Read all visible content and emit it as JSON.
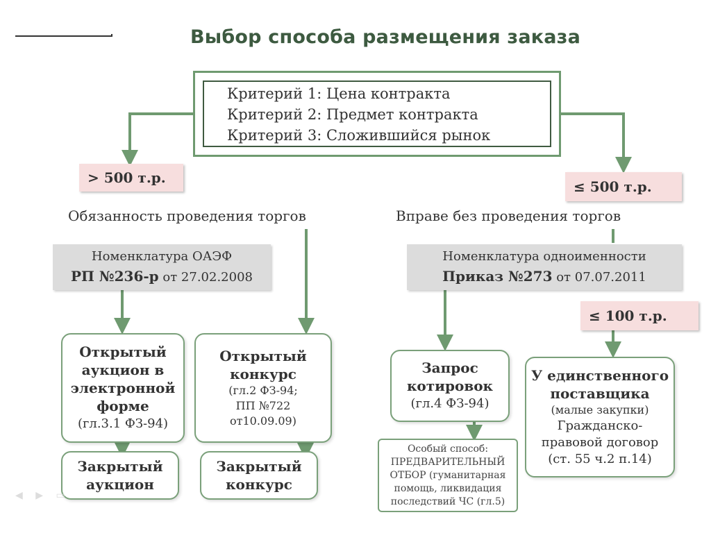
{
  "title": "Выбор способа размещения заказа",
  "criteria": [
    "Критерий 1: Цена контракта",
    "Критерий 2: Предмет контракта",
    "Критерий 3: Сложившийся рынок"
  ],
  "left": {
    "threshold": "> 500 т.р.",
    "heading": "Обязанность проведения торгов",
    "nomenclature_line1": "Номенклатура ОАЭФ",
    "nomenclature_doc": "РП №236-р",
    "nomenclature_date": " от 27.02.2008",
    "auction_lines": [
      "Открытый",
      "аукцион в",
      "электронной",
      "форме"
    ],
    "auction_ref": "(гл.3.1 ФЗ-94)",
    "contest_lines": [
      "Открытый",
      "конкурс"
    ],
    "contest_refs": [
      "(гл.2 ФЗ-94;",
      "ПП №722",
      "от10.09.09)"
    ],
    "closed_auction": [
      "Закрытый",
      "аукцион"
    ],
    "closed_contest": [
      "Закрытый",
      "конкурс"
    ]
  },
  "right": {
    "threshold": "≤ 500 т.р.",
    "heading": "Вправе без проведения  торгов",
    "nomenclature_line1": "Номенклатура одноименности",
    "nomenclature_doc": "Приказ №273",
    "nomenclature_date": " от 07.07.2011",
    "threshold_small": "≤ 100 т.р.",
    "quote_lines": [
      "Запрос",
      "котировок"
    ],
    "quote_ref": "(гл.4 ФЗ-94)",
    "special_lines": [
      "Особый способ:",
      "ПРЕДВАРИТЕЛЬНЫЙ",
      "ОТБОР (гуманитарная",
      "помощь, ликвидация",
      "последствий ЧС (гл.5)"
    ],
    "single_lines": [
      "У единственного",
      "поставщика"
    ],
    "single_refs": [
      "(малые закупки)",
      "Гражданско-",
      "правовой договор",
      "(ст. 55 ч.2 п.14)"
    ]
  },
  "colors": {
    "title": "#3d5a40",
    "arrow": "#6f9a70",
    "pink": "#f7dede",
    "gray": "#dcdcdc",
    "border": "#7aa07a"
  },
  "icons": [
    "arrow-left-icon",
    "arrow-right-icon",
    "menu-icon"
  ]
}
